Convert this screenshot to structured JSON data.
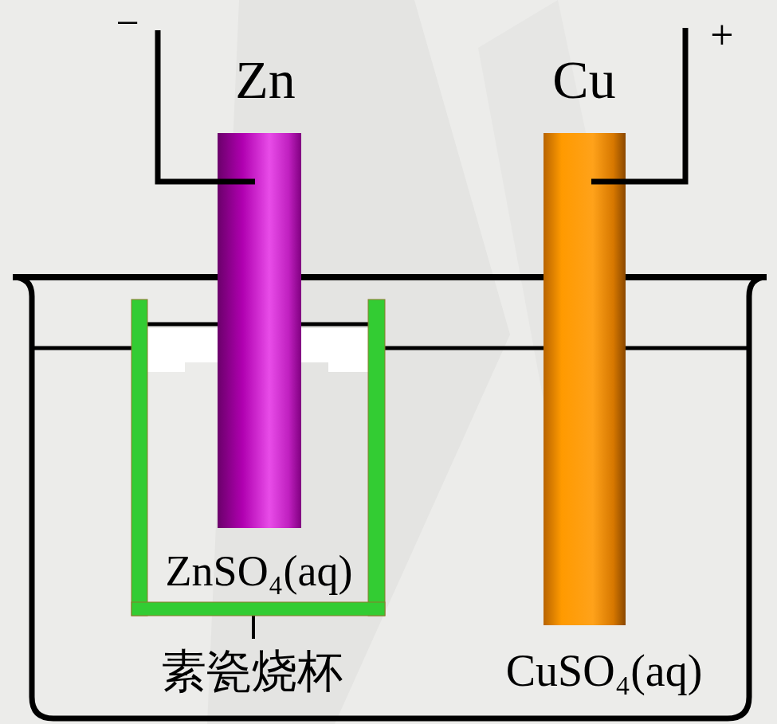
{
  "diagram": {
    "nodes": [
      {
        "text": [
          "CuSO₄(aq)"
        ]
      },
      {
        "text": [
          "ZnSO₄(aq)",
          "素瓷烧杯"
        ],
        "in": 0
      },
      {
        "text": [
          "Zn"
        ],
        "in": 1
      },
      {
        "text": [
          "Cu"
        ],
        "in": 0
      }
    ],
    "labels": [
      "−",
      "+"
    ]
  }
}
